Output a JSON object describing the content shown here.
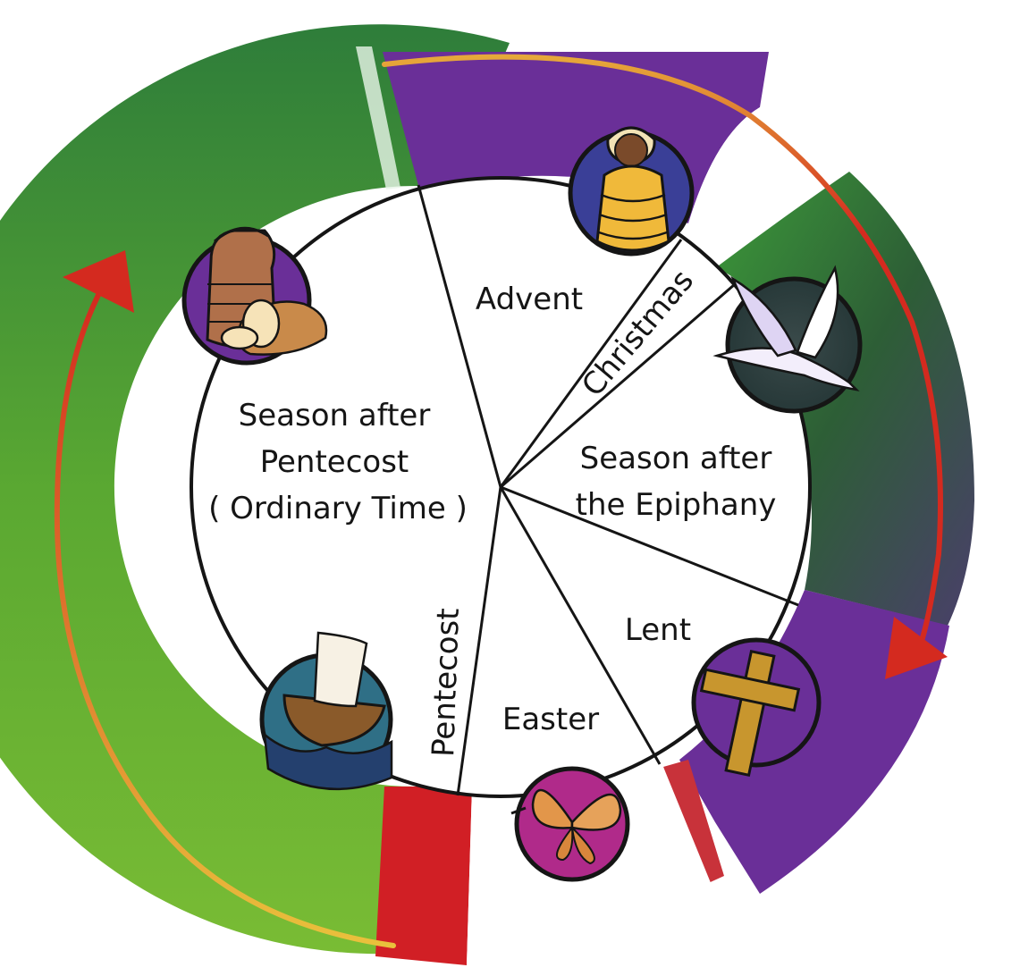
{
  "seasons": {
    "advent": "Advent",
    "christmas": "Christmas",
    "epiphany": [
      "Season after",
      "the Epiphany"
    ],
    "lent": "Lent",
    "easter": "Easter",
    "pentecost": "Pentecost",
    "ordinary": [
      "Season after",
      "Pentecost",
      "( Ordinary Time )"
    ]
  },
  "icons": {
    "advent": "swaddled-baby-icon",
    "epiphany": "dove-icon",
    "lent": "cross-icon",
    "easter": "butterfly-icon",
    "pentecost": "boat-icon",
    "ordinary": "bread-and-jar-icon"
  },
  "colors": {
    "green": "#5fb336",
    "dark_green": "#2b5a33",
    "purple": "#6a2f98",
    "red": "#d11f25",
    "white": "#ffffff",
    "gold": "#e8b93a",
    "arrow_red": "#d42a1f"
  }
}
